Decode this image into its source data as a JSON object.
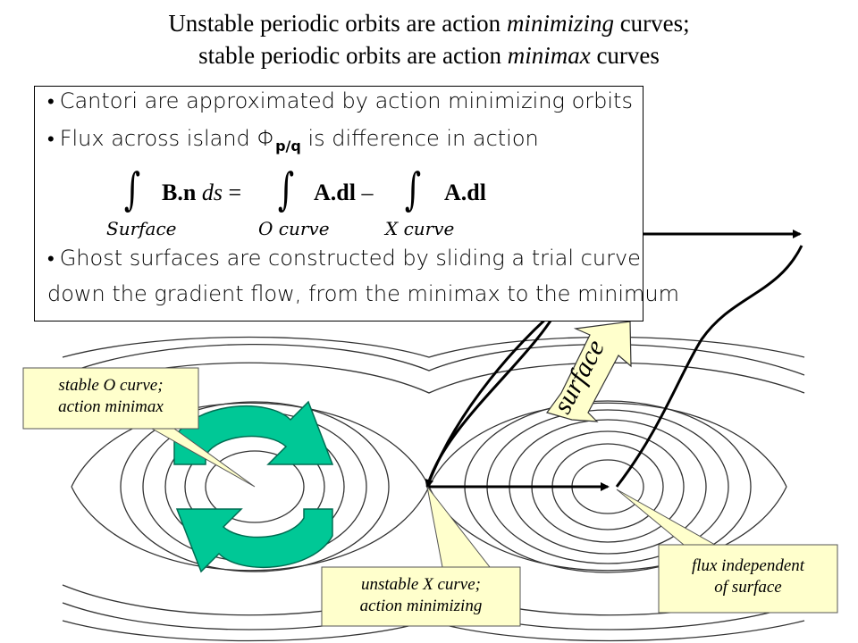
{
  "title": {
    "line1_a": "Unstable periodic orbits are action ",
    "line1_b": "minimizing",
    "line1_c": " curves;",
    "line2_a": "stable periodic orbits are action ",
    "line2_b": "minimax",
    "line2_c": " curves"
  },
  "box": {
    "bullet1": "Cantori are approximated by action minimizing orbits",
    "bullet2_a": "Flux across island ",
    "bullet2_sym": "Φ",
    "bullet2_sub": "p/q",
    "bullet2_b": " is difference in action",
    "eq_term1": "B.n",
    "eq_ds": "ds",
    "eq_eq": "=",
    "eq_term2": "A.dl",
    "eq_minus": "–",
    "eq_term3": "A.dl",
    "eq_sub1": "Surface",
    "eq_sub2": "O curve",
    "eq_sub3": "X curve",
    "bullet3_a": "Ghost surfaces are constructed by sliding a trial curve",
    "bullet3_b": "down the gradient flow, from the minimax to the minimum"
  },
  "callouts": {
    "stable_o_1": "stable O curve;",
    "stable_o_2": "action minimax",
    "unstable_x_1": "unstable X curve;",
    "unstable_x_2": "action minimizing",
    "flux_1": "flux independent",
    "flux_2": "of surface"
  },
  "surface_label": "surface",
  "colors": {
    "callout_fill": "#ffffcc",
    "arrow_fill": "#00c896",
    "arrow_stroke": "#006d52",
    "contour": "#333333"
  }
}
